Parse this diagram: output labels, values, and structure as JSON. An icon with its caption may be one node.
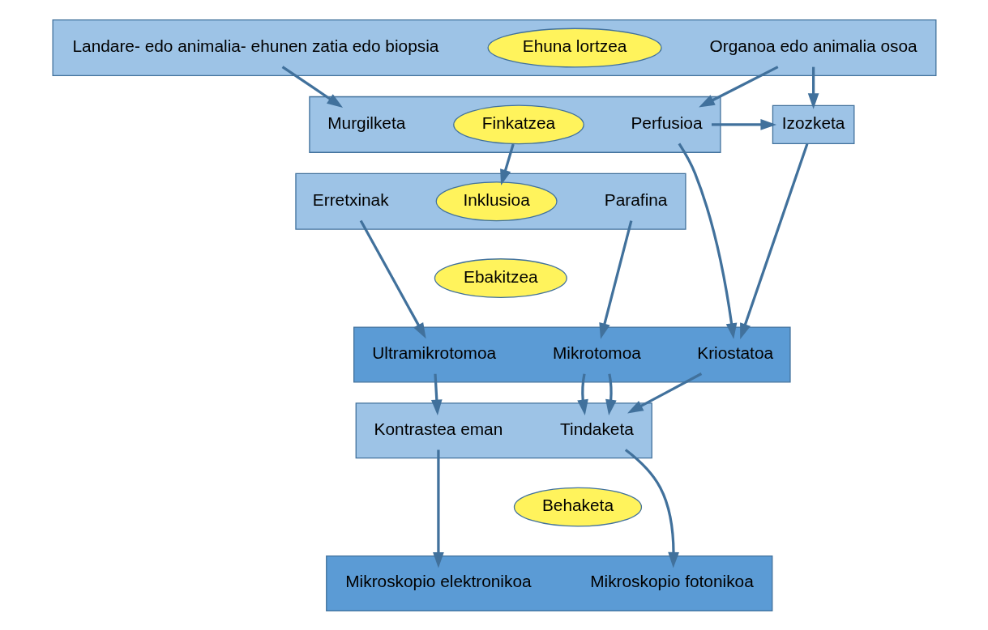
{
  "diagram": {
    "nodes": [
      {
        "text": [],
        "shape": "box"
      },
      {
        "text": [
          "Landare- edo animalia- ehunen zatia edo biopsia"
        ],
        "in": 0
      },
      {
        "text": [
          "Ehuna lortzea"
        ],
        "in": 0
      },
      {
        "text": [
          "Organoa edo animalia osoa"
        ],
        "in": 0
      },
      {
        "text": [
          "Izozketa"
        ]
      },
      {
        "text": [],
        "shape": "box"
      },
      {
        "text": [
          "Murgilketa"
        ],
        "in": 5
      },
      {
        "text": [
          "Finkatzea"
        ],
        "in": 5
      },
      {
        "text": [
          "Perfusioa"
        ],
        "in": 5
      },
      {
        "text": [],
        "shape": "box"
      },
      {
        "text": [
          "Erretxinak"
        ],
        "in": 9
      },
      {
        "text": [
          "Inklusioa"
        ],
        "in": 9
      },
      {
        "text": [
          "Parafina"
        ],
        "in": 9
      },
      {
        "text": [
          "Ebakitzea"
        ]
      },
      {
        "text": [],
        "shape": "box"
      },
      {
        "text": [
          "Ultramikrotomoa"
        ],
        "in": 14
      },
      {
        "text": [
          "Mikrotomoa"
        ],
        "in": 14
      },
      {
        "text": [
          "Kriostatoa"
        ],
        "in": 14
      },
      {
        "text": [],
        "shape": "box"
      },
      {
        "text": [
          "Kontrastea eman"
        ],
        "in": 18
      },
      {
        "text": [
          "Tindaketa"
        ],
        "in": 18
      },
      {
        "text": [
          "Behaketa"
        ]
      },
      {
        "text": [],
        "shape": "box"
      },
      {
        "text": [
          "Mikroskopio elektronikoa"
        ],
        "in": 22
      },
      {
        "text": [
          "Mikroskopio fotonikoa"
        ],
        "in": 22
      }
    ],
    "edges": [
      {
        "from": 3,
        "to": 4,
        "arrow": "to"
      },
      {
        "from": 1,
        "to": 6,
        "arrow": "to"
      },
      {
        "from": 3,
        "to": 8,
        "arrow": "to"
      },
      {
        "from": 8,
        "to": 4,
        "arrow": "to"
      },
      {
        "from": 8,
        "to": 17,
        "arrow": "to"
      },
      {
        "from": 7,
        "to": 11,
        "arrow": "to"
      },
      {
        "from": 4,
        "to": 17,
        "arrow": "to"
      },
      {
        "from": 10,
        "to": 15,
        "arrow": "to"
      },
      {
        "from": 12,
        "to": 16,
        "arrow": "to"
      },
      {
        "from": 15,
        "to": 19,
        "arrow": "to"
      },
      {
        "from": 16,
        "to": 20,
        "arrow": "to"
      },
      {
        "from": 16,
        "to": 20,
        "arrow": "to"
      },
      {
        "from": 17,
        "to": 20,
        "arrow": "to"
      },
      {
        "from": 19,
        "to": 23,
        "arrow": "to"
      },
      {
        "from": 20,
        "to": 24,
        "arrow": "to"
      }
    ]
  }
}
